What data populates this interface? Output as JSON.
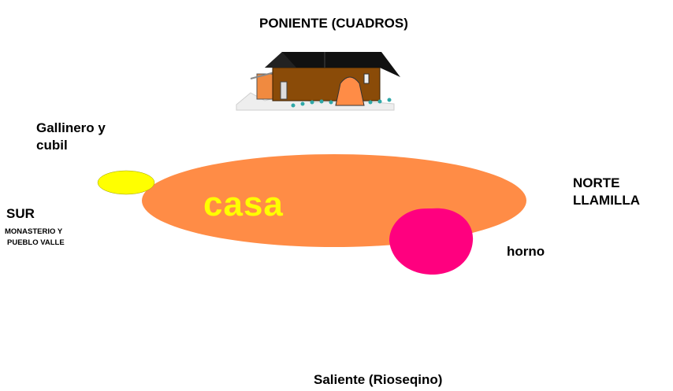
{
  "labels": {
    "poniente": "PONIENTE (CUADROS)",
    "gallinero_line1": "Gallinero y",
    "gallinero_line2": "cubil",
    "sur": "SUR",
    "sur_sub_line1": "MONASTERIO  Y",
    "sur_sub_line2": "PUEBLO VALLE",
    "norte_line1": "NORTE",
    "norte_line2": "LLAMILLA",
    "casa": "casa",
    "horno": "horno",
    "saliente": "Saliente (Rioseqino)"
  },
  "colors": {
    "casa_fill": "#ff8c46",
    "casa_text": "#ffff00",
    "gallinero_fill": "#ffff00",
    "horno_fill": "#ff007f",
    "house_wall": "#8a4b08",
    "house_roof": "#111111",
    "oven_fill": "#ff8c46",
    "shrubs": "#2fa8a8"
  },
  "icons": {
    "house": "house-illustration-icon"
  }
}
